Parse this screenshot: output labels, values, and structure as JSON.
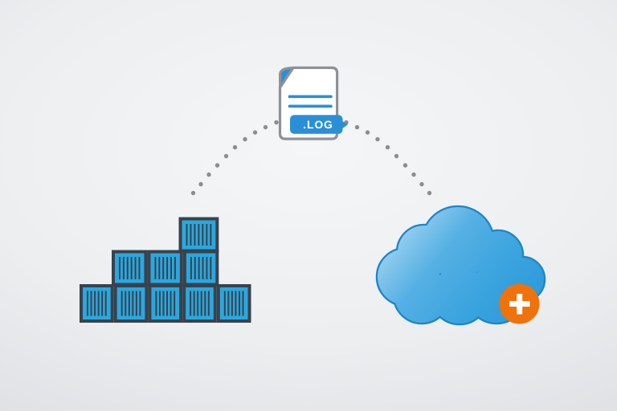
{
  "illustration": {
    "file": {
      "extension_label": ".LOG"
    },
    "icons": {
      "file": "log-file-icon",
      "file_tag": "file-extension-tag",
      "containers": "container-stack-icon",
      "cloud": "cloud-icon",
      "badge": "add-to-cloud-badge",
      "plus": "plus-icon",
      "arc_left": "dotted-arc-left",
      "arc_right": "dotted-arc-right"
    },
    "colors": {
      "background_center": "#f5f6f7",
      "background_edge": "#d5d8db",
      "accent_blue": "#2b8fd8",
      "page_fill": "#ffffff",
      "page_border": "#8e9297",
      "container_dark": "#39424c",
      "container_cyan": "#29a8df",
      "cloud_light": "#b5dcf3",
      "cloud_mid": "#55b0e4",
      "cloud_deep": "#2f9bda",
      "cloud_outline": "#1d85c6",
      "badge_orange": "#f0720b",
      "plus_white": "#ffffff",
      "dot_gray": "#8b8d8f"
    }
  }
}
